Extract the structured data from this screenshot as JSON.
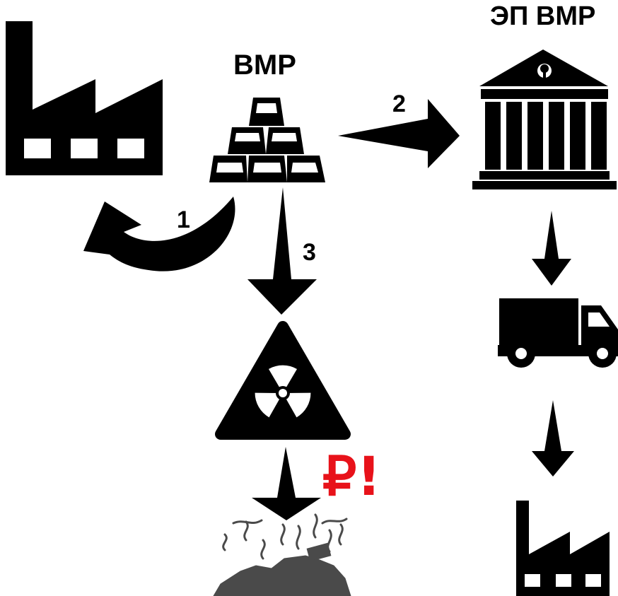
{
  "labels": {
    "vmr": "ВМР",
    "ep_vmr": "ЭП ВМР",
    "route_1": "1",
    "route_2": "2",
    "route_3": "3",
    "penalty_currency": "₽",
    "penalty_mark": "!"
  },
  "colors": {
    "icon": "#000000",
    "penalty": "#e8121a",
    "landfill": "#4a4a4a"
  },
  "icons": [
    "factory-icon",
    "gold-bars-icon",
    "bank-building-icon",
    "truck-icon",
    "radiation-icon",
    "landfill-icon"
  ]
}
